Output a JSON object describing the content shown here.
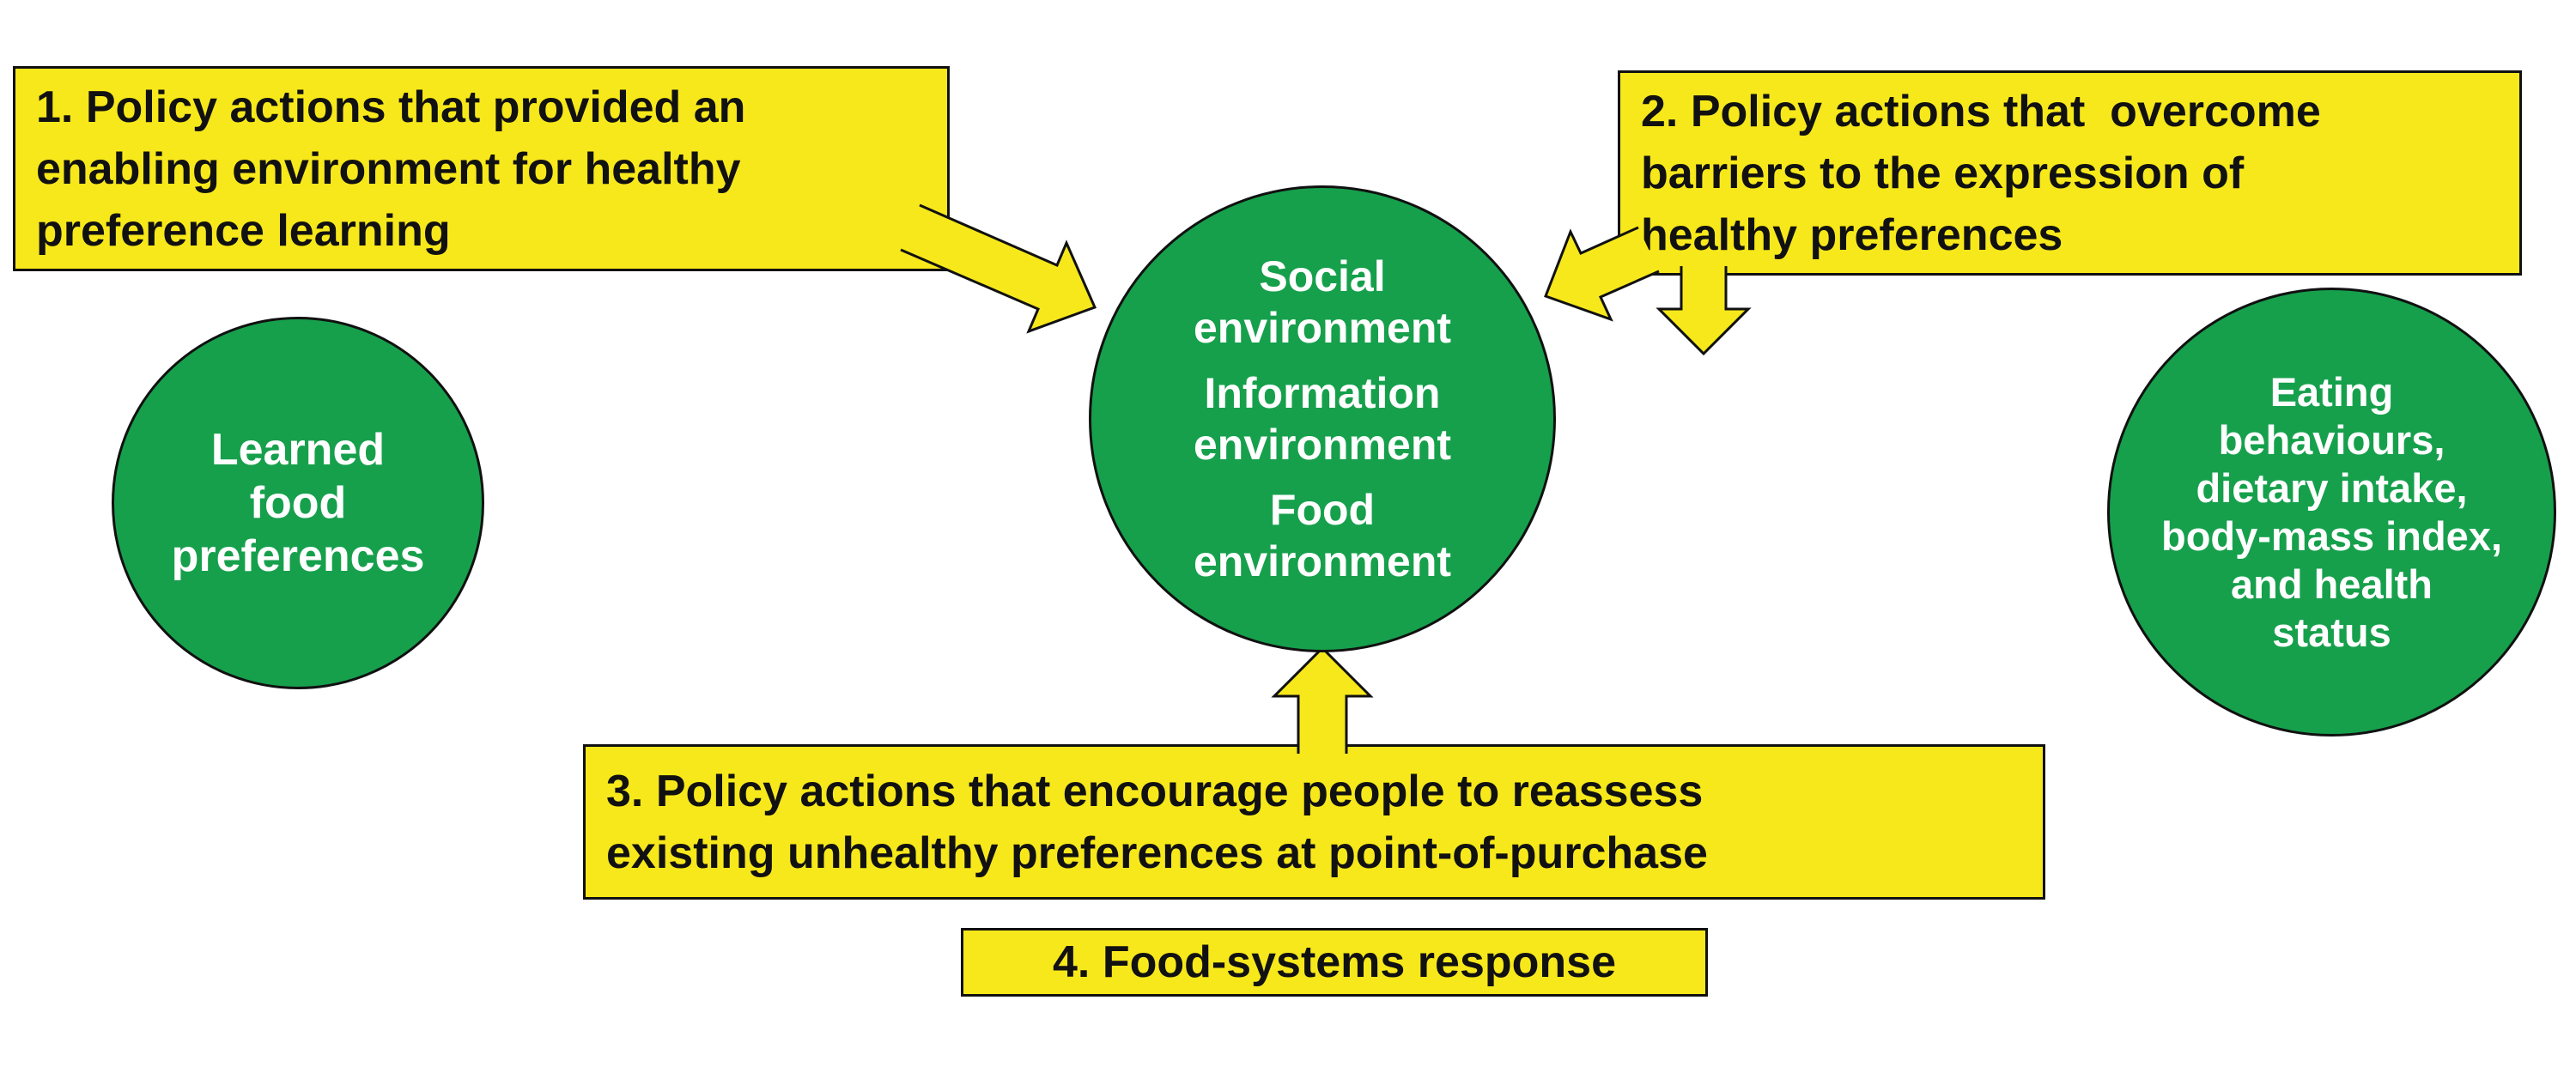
{
  "figure": {
    "description_labels": {
      "box1": "1. Policy actions that provided an\nenabling environment for healthy\npreference learning",
      "box2": "2. Policy actions that  overcome\nbarriers to the expression of\nhealthy preferences",
      "box3": "3. Policy actions that encourage people to reassess\nexisting unhealthy preferences at point-of-purchase",
      "box4": "4. Food-systems response"
    }
  },
  "boxes": {
    "box1": {
      "label": "1. Policy actions that provided an\nenabling environment for healthy\npreference learning"
    },
    "box2": {
      "label": "2. Policy actions that  overcome\nbarriers to the expression of\nhealthy preferences"
    },
    "box3": {
      "label": "3. Policy actions that encourage people to reassess\nexisting unhealthy preferences at point-of-purchase"
    },
    "box4": {
      "label": "4. Food-systems response"
    }
  },
  "circles": {
    "left": {
      "label": "Learned\nfood\npreferences"
    },
    "center": {
      "groups": [
        "Social\nenvironment",
        "Information\nenvironment",
        "Food\nenvironment"
      ]
    },
    "right": {
      "label": "Eating\nbehaviours,\ndietary intake,\nbody-mass index,\nand health\nstatus"
    }
  },
  "arrows": [
    "arrow-box1-to-center-environment",
    "arrow-box2-to-center-environment",
    "arrow-box2-downward",
    "arrow-box3-to-center-environment"
  ],
  "colors": {
    "box_yellow": "#F7E81B",
    "circle_green": "#16A04C",
    "outline_black": "#111111",
    "circle_text_white": "#FFFFFF",
    "box_text_black": "#111111",
    "background": "#FFFFFF"
  }
}
